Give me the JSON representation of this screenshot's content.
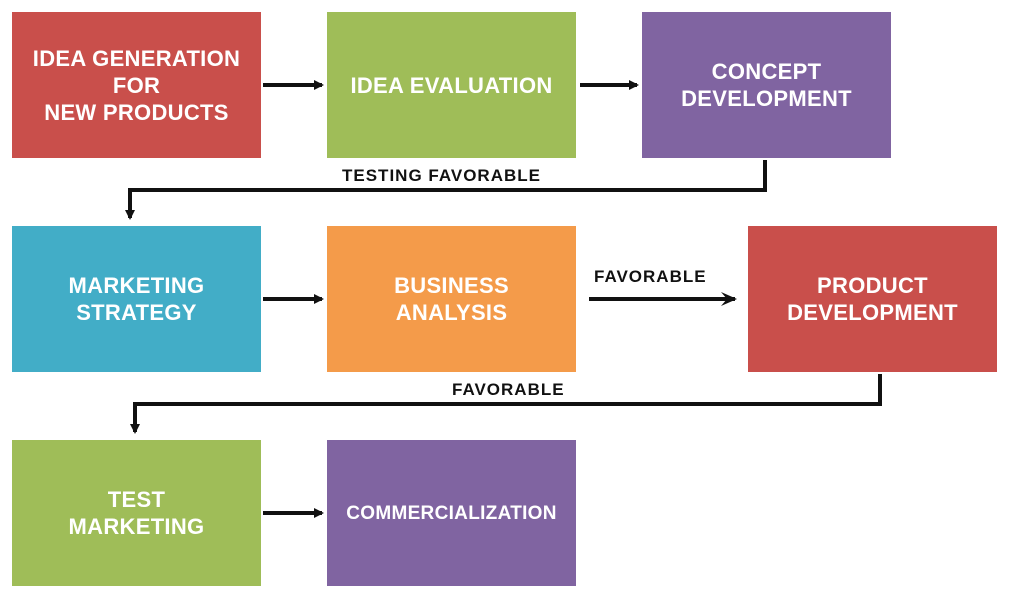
{
  "colors": {
    "red": "#c94f4b",
    "green": "#9fbd58",
    "purple": "#8064a1",
    "cyan": "#42adc7",
    "orange": "#f49b4a",
    "arrow": "#111111"
  },
  "steps": [
    {
      "id": "idea-generation",
      "label": "IDEA GENERATION\nFOR\nNEW PRODUCTS",
      "color": "red"
    },
    {
      "id": "idea-evaluation",
      "label": "IDEA EVALUATION",
      "color": "green"
    },
    {
      "id": "concept-development",
      "label": "CONCEPT\nDEVELOPMENT",
      "color": "purple"
    },
    {
      "id": "marketing-strategy",
      "label": "MARKETING\nSTRATEGY",
      "color": "cyan"
    },
    {
      "id": "business-analysis",
      "label": "BUSINESS\nANALYSIS",
      "color": "orange"
    },
    {
      "id": "product-development",
      "label": "PRODUCT\nDEVELOPMENT",
      "color": "red"
    },
    {
      "id": "test-marketing",
      "label": "TEST\nMARKETING",
      "color": "green"
    },
    {
      "id": "commercialization",
      "label": "COMMERCIALIZATION",
      "color": "purple"
    }
  ],
  "edge_labels": {
    "testing_favorable": "TESTING FAVORABLE",
    "favorable_mid": "FAVORABLE",
    "favorable_bottom": "FAVORABLE"
  }
}
